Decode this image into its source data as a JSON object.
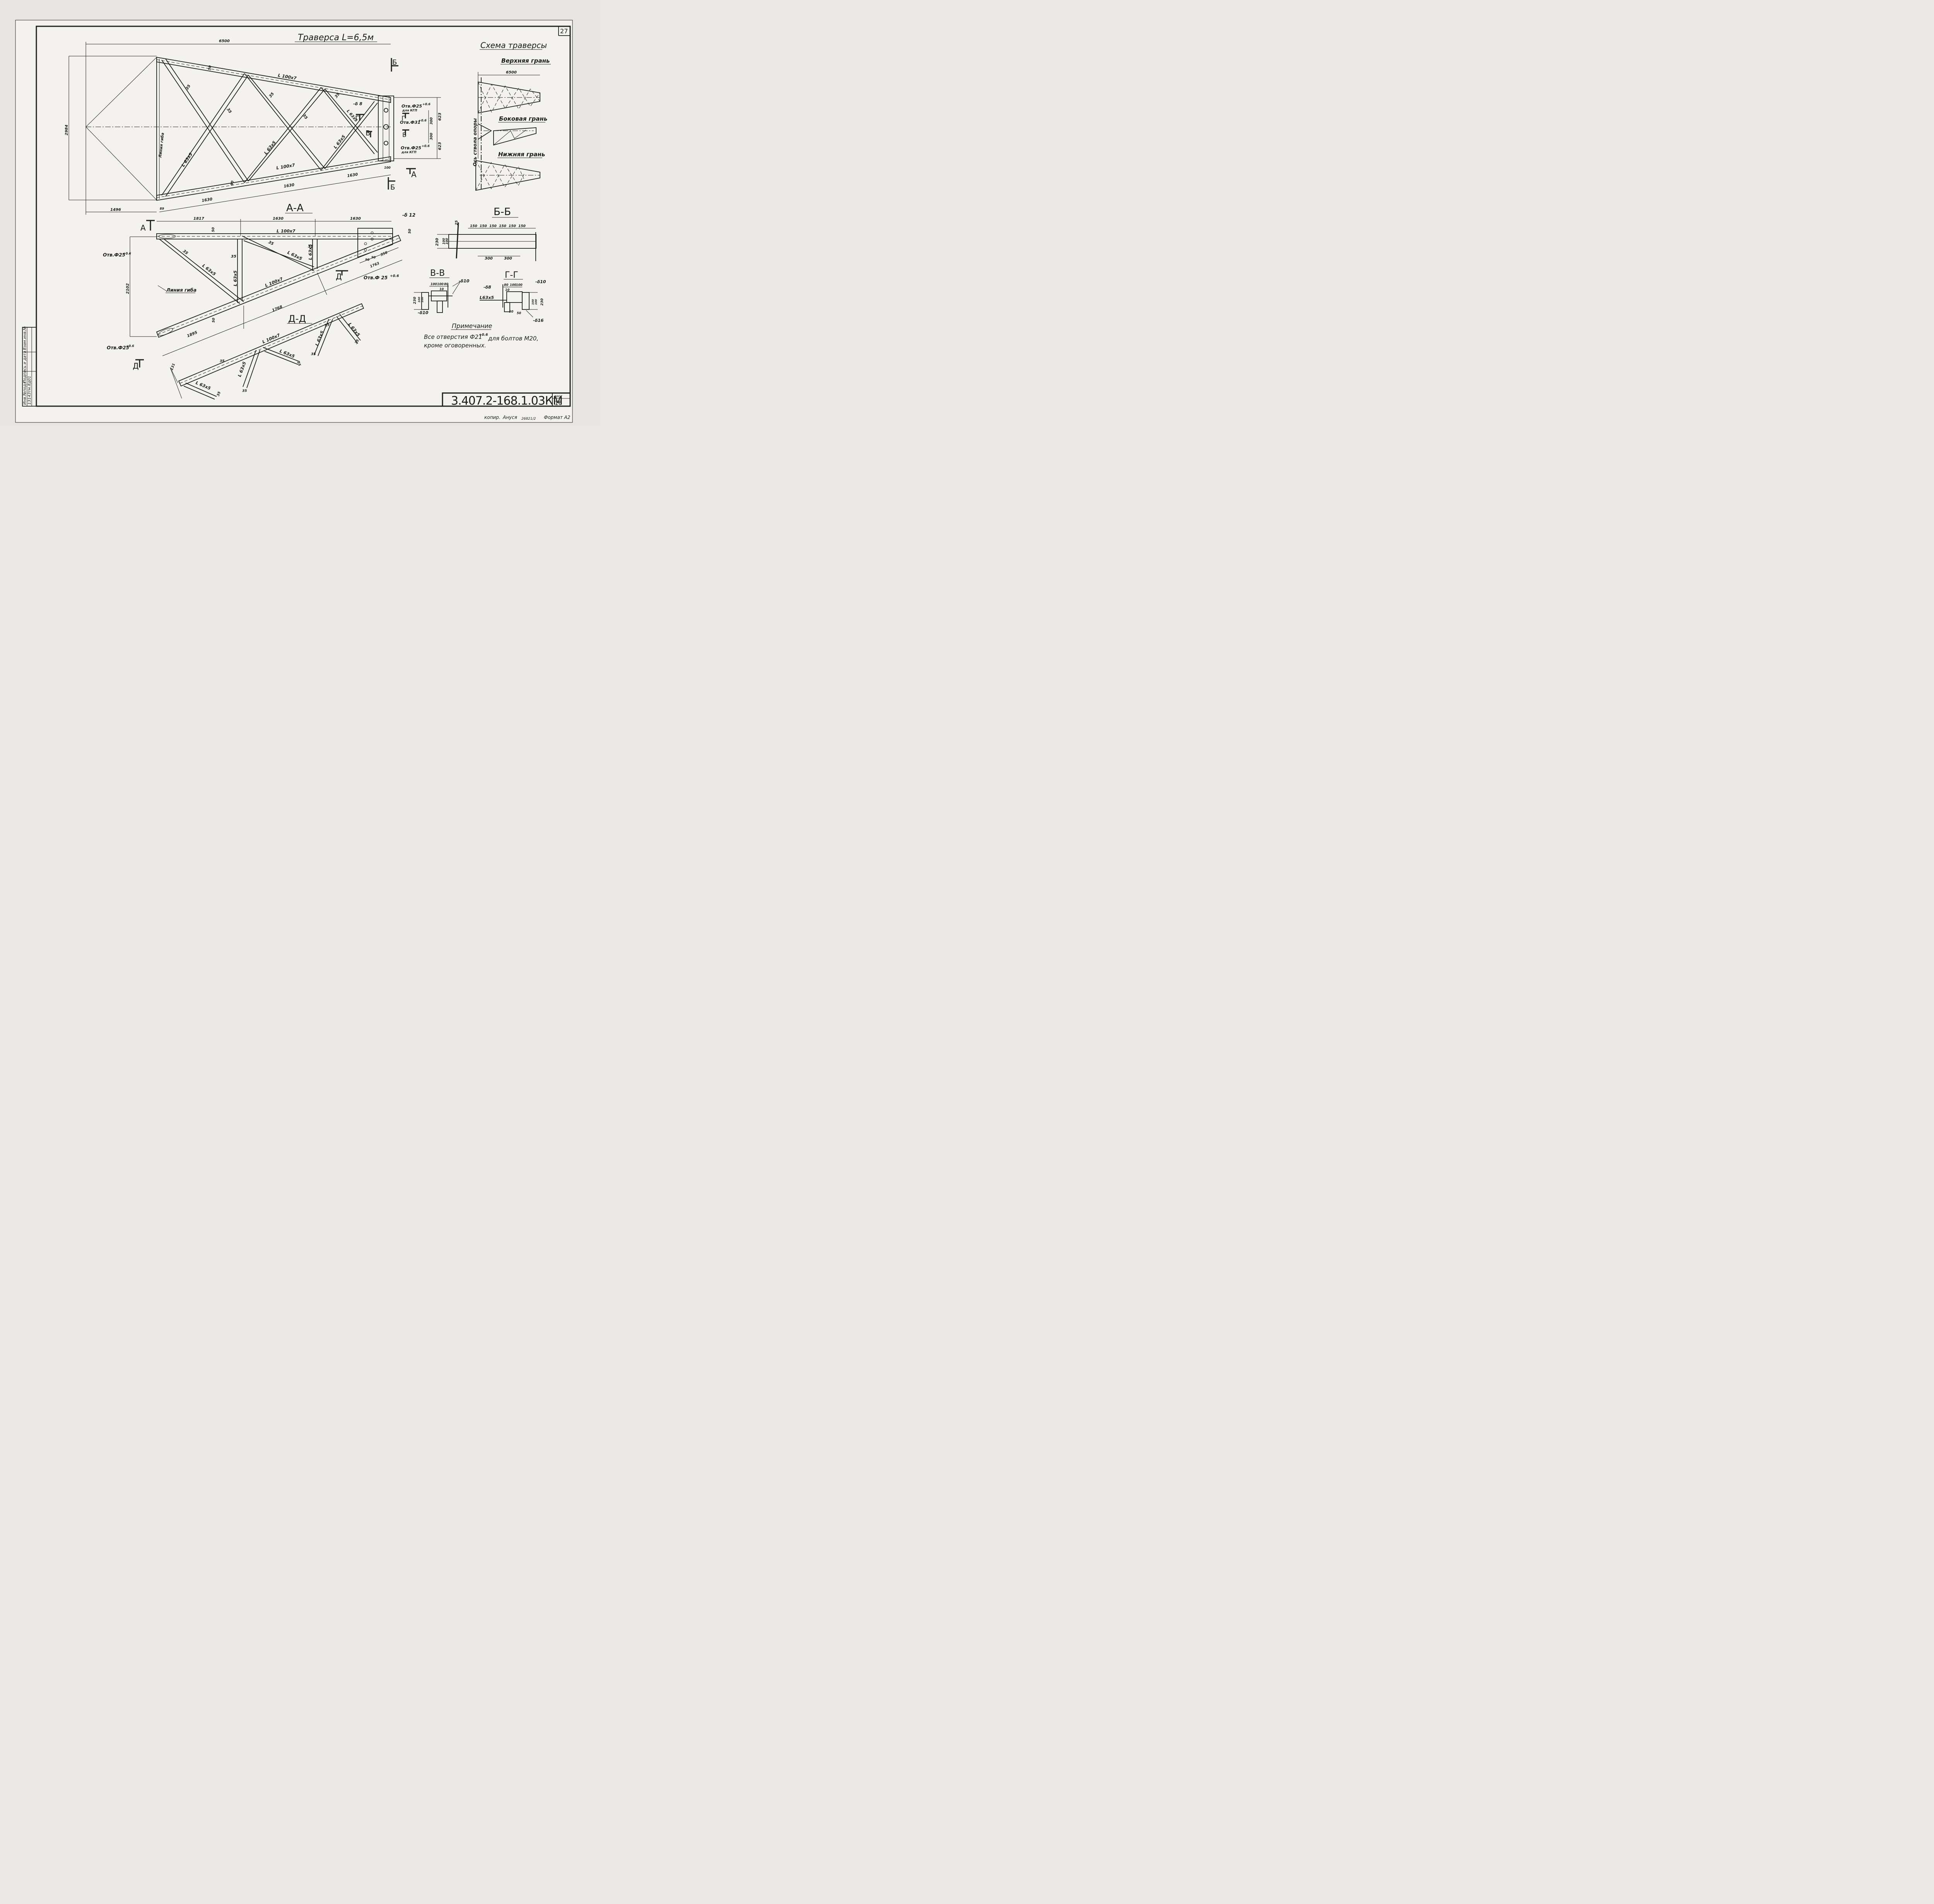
{
  "sheet": {
    "number": "27",
    "title": "Траверса L=6,5м",
    "code": "3.407.2-168.1.03КМ",
    "list_label": "лист",
    "list_number": "16",
    "footer_copy": "копир.",
    "footer_name": "Ануся",
    "footer_id": "26821/2",
    "footer_format": "Формат А2",
    "stamp_col1": "Инв.№подл",
    "stamp_col2": "Подпись и дата",
    "stamp_col3": "Взам.инв.№",
    "stamp_inv": "13143тм.8д01"
  },
  "plan": {
    "dim_length": "6500",
    "dim_height": "2984",
    "dim_left": "1496",
    "dim_seg1": "1630",
    "dim_seg2": "1630",
    "dim_seg3": "1630",
    "dim_89": "89",
    "dim_50": "50",
    "dim_90": "90",
    "dim_100": "100",
    "dim_623_top": "623",
    "dim_623_bot": "623",
    "dim_300_top": "300",
    "dim_300_bot": "300",
    "top_chord": "L 100x7",
    "bottom_chord": "L 100x7",
    "brace_1": "L 63x5",
    "brace_2": "L 63x5",
    "brace_3": "L 63x5",
    "brace_4": "L 63x5",
    "gusset": "-δ 8",
    "bend_line": "Линия гиба",
    "hole_top": "Отв.Ф25",
    "hole_top_tol": "+0.6",
    "hole_top_note": "для КГП",
    "hole_mid": "Отв.Ф31",
    "hole_mid_tol": "+0.6",
    "hole_bot": "Отв.Ф25",
    "hole_bot_tol": "+0.6",
    "hole_bot_note": "для КГП",
    "b35": [
      "35",
      "35",
      "35",
      "35",
      "35"
    ],
    "cut_B": "Б",
    "cut_A": "А",
    "cut_V": "В",
    "cut_G": "Г"
  },
  "section_AA": {
    "title": "А-А",
    "dim_1817": "1817",
    "dim_1630a": "1630",
    "dim_1630b": "1630",
    "dim_2102": "2102",
    "dim_1768": "1768",
    "dim_1895": "1895",
    "dim_1763": "1763",
    "dim_350": "350",
    "dim_90a": "90",
    "dim_90b": "90",
    "dim_50a": "50",
    "dim_50b": "50",
    "dim_50c": "50",
    "top_chord": "L 100x7",
    "bottom_chord": "L 100x7",
    "brace_1": "L 63x5",
    "brace_2": "L 63x5",
    "post_1": "L 63x5",
    "post_2": "L 63x5",
    "plate": "-δ 12",
    "hole_1": "Отв.Ф25",
    "hole_1_tol": "+0.6",
    "hole_2": "Отв.Ф 25",
    "hole_2_tol": "+0.6",
    "hole_3": "Отв.Ф25",
    "hole_3_tol": "+0.6",
    "bend_line": "Линия гиба",
    "b35": [
      "35",
      "35",
      "35",
      "35",
      "35"
    ],
    "cut_A": "А",
    "cut_D": "Д"
  },
  "section_DD": {
    "title": "Д-Д",
    "chord": "L 100x7",
    "brace_1": "L 63x5",
    "brace_2": "L 63x5",
    "brace_3": "L 63x5",
    "brace_4": "L 63x5",
    "brace_5": "L 63x5",
    "dim_131": "131",
    "b35": [
      "35",
      "35",
      "35",
      "35",
      "35",
      "35"
    ]
  },
  "section_BB": {
    "title": "Б-Б",
    "spacing": [
      "150",
      "150",
      "150",
      "150",
      "150",
      "150"
    ],
    "dim_300a": "300",
    "dim_300b": "300",
    "dim_230": "230",
    "dim_100a": "100",
    "dim_100b": "100",
    "dim_25": "25"
  },
  "section_VV": {
    "title": "В-В",
    "dim_100a": "100",
    "dim_100b": "100",
    "dim_80": "80",
    "dim_10": "10",
    "dim_230": "230",
    "dim_100c": "100",
    "dim_100d": "100",
    "plate_1": "-δ10",
    "plate_2": "-δ10"
  },
  "section_GG": {
    "title": "Г-Г",
    "dim_80": "80",
    "dim_100a": "100",
    "dim_100b": "100",
    "dim_10": "10",
    "dim_230": "230",
    "dim_50a": "50",
    "dim_50b": "50",
    "dim_100c": "100",
    "dim_100d": "100",
    "angle": "L63x5",
    "plate_1": "-δ8",
    "plate_2": "-δ10",
    "plate_3": "-δ16"
  },
  "scheme": {
    "title": "Схема траверсы",
    "top_face": "Верхняя грань",
    "side_face": "Боковая грань",
    "bottom_face": "Нижняя грань",
    "dim": "6500",
    "axis": "Ось ствола опоры"
  },
  "note": {
    "title": "Примечание",
    "line1_a": "Все отверстия Ф21",
    "line1_tol": "+0.6",
    "line1_b": "для болтов М20,",
    "line2": "кроме оговоренных."
  }
}
